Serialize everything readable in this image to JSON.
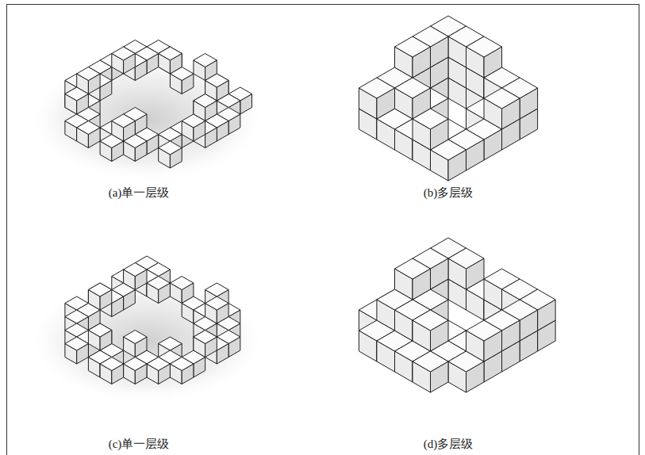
{
  "diagram": {
    "labels": [
      "(a)单一层级",
      "(b)多层级",
      "(c)单一层级",
      "(d)多层级"
    ]
  }
}
